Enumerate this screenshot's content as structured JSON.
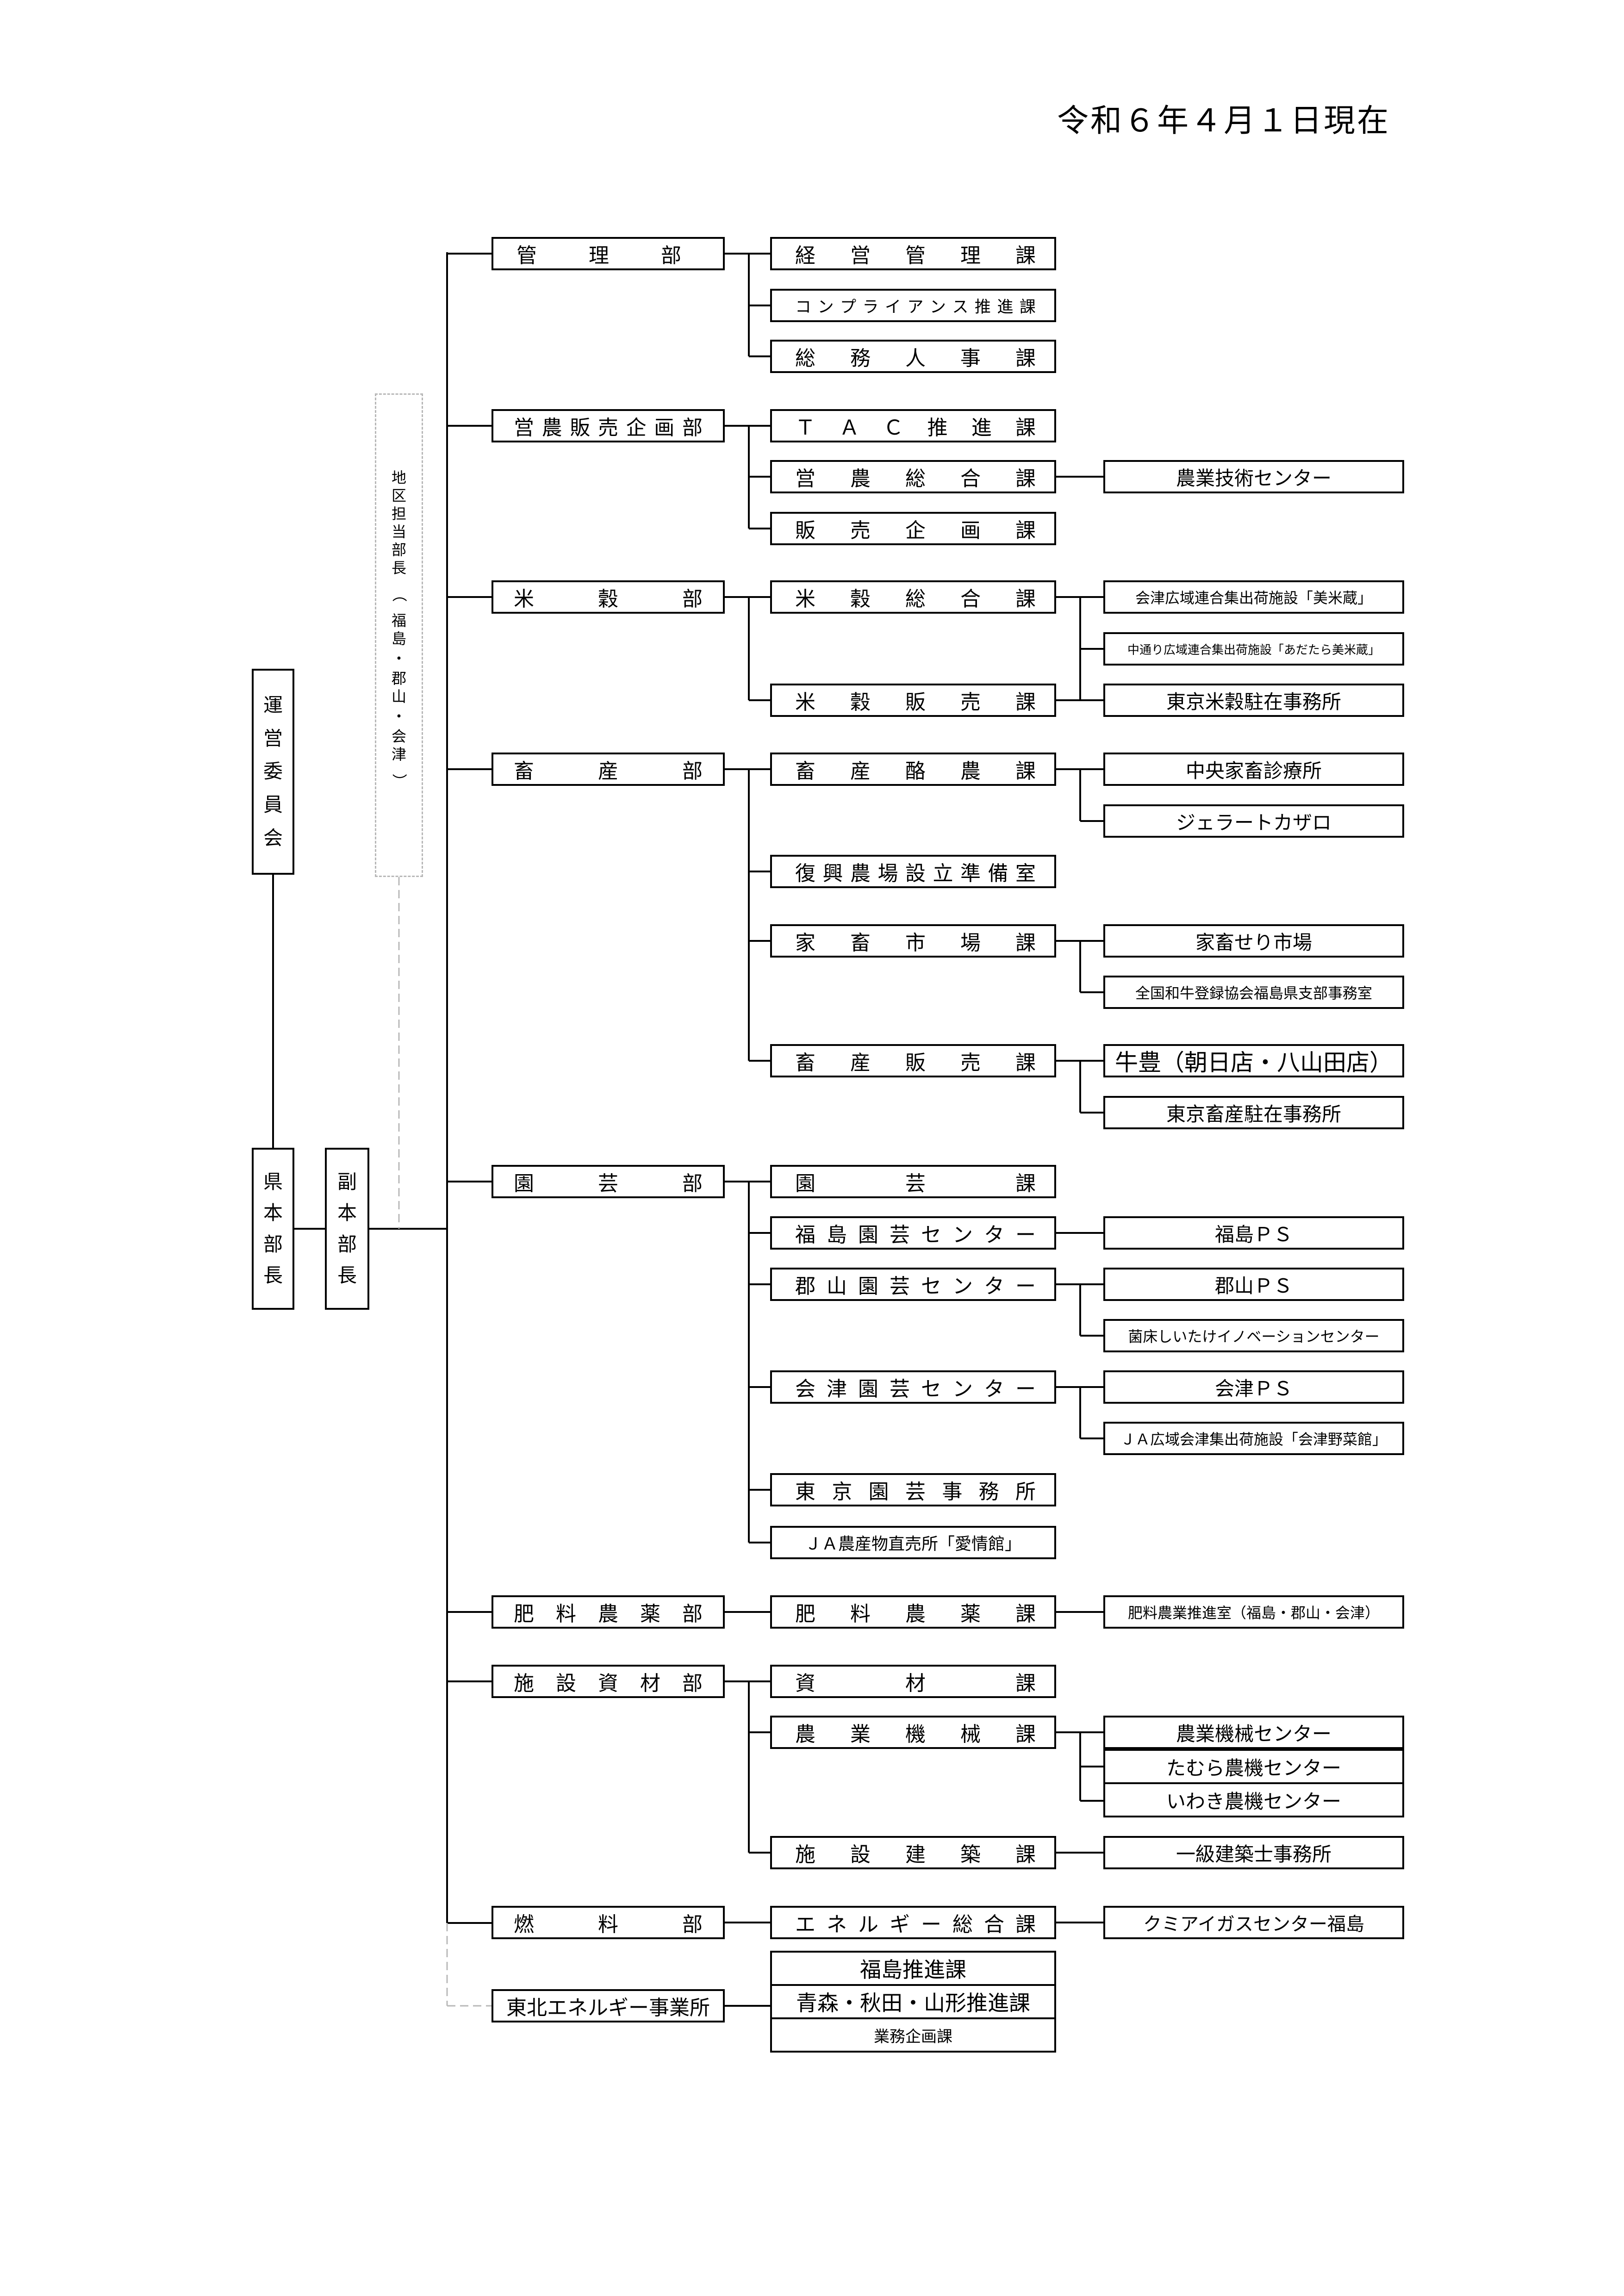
{
  "date_label": "令和６年４月１日現在",
  "left_column": {
    "committee": "運営委員会",
    "head": "県本部長",
    "deputy": "副本部長",
    "liaison": "地区担当部長（福島・郡山・会津）"
  },
  "departments": {
    "kanri": {
      "name": "管理部",
      "sections": [
        "経営管理課",
        "コンプライアンス推進課",
        "総務人事課"
      ]
    },
    "einou": {
      "name": "営農販売企画部",
      "sections": [
        "ＴＡＣ推進課",
        "営農総合課",
        "販売企画課"
      ],
      "units": [
        "農業技術センター"
      ]
    },
    "beikoku": {
      "name": "米穀部",
      "sections": [
        "米穀総合課",
        "米穀販売課"
      ],
      "units": [
        "会津広域連合集出荷施設「美米蔵」",
        "中通り広域連合集出荷施設「あだたら美米蔵」",
        "東京米穀駐在事務所"
      ]
    },
    "chikusan": {
      "name": "畜産部",
      "sections": [
        "畜産酪農課",
        "復興農場設立準備室",
        "家畜市場課",
        "畜産販売課"
      ],
      "units": [
        "中央家畜診療所",
        "ジェラートカザロ",
        "家畜せり市場",
        "全国和牛登録協会福島県支部事務室",
        "牛豊（朝日店・八山田店）",
        "東京畜産駐在事務所"
      ]
    },
    "engei": {
      "name": "園芸部",
      "sections": [
        "園芸課",
        "福島園芸センター",
        "郡山園芸センター",
        "会津園芸センター",
        "東京園芸事務所",
        "ＪＡ農産物直売所「愛情館」"
      ],
      "units": [
        "福島ＰＳ",
        "郡山ＰＳ",
        "菌床しいたけイノベーションセンター",
        "会津ＰＳ",
        "ＪＡ広域会津集出荷施設「会津野菜館」"
      ]
    },
    "hiryo": {
      "name": "肥料農薬部",
      "sections": [
        "肥料農薬課"
      ],
      "units": [
        "肥料農業推進室（福島・郡山・会津）"
      ]
    },
    "shisetsu": {
      "name": "施設資材部",
      "sections": [
        "資材課",
        "農業機械課",
        "施設建築課"
      ],
      "units": [
        "農業機械センター",
        "たむら農機センター",
        "いわき農機センター",
        "一級建築士事務所"
      ]
    },
    "nenryo": {
      "name": "燃料部",
      "sections": [
        "エネルギー総合課"
      ],
      "units": [
        "クミアイガスセンター福島"
      ]
    },
    "tohoku": {
      "name": "東北エネルギー事業所",
      "sections": [
        "福島推進課",
        "青森・秋田・山形推進課",
        "業務企画課"
      ]
    }
  }
}
